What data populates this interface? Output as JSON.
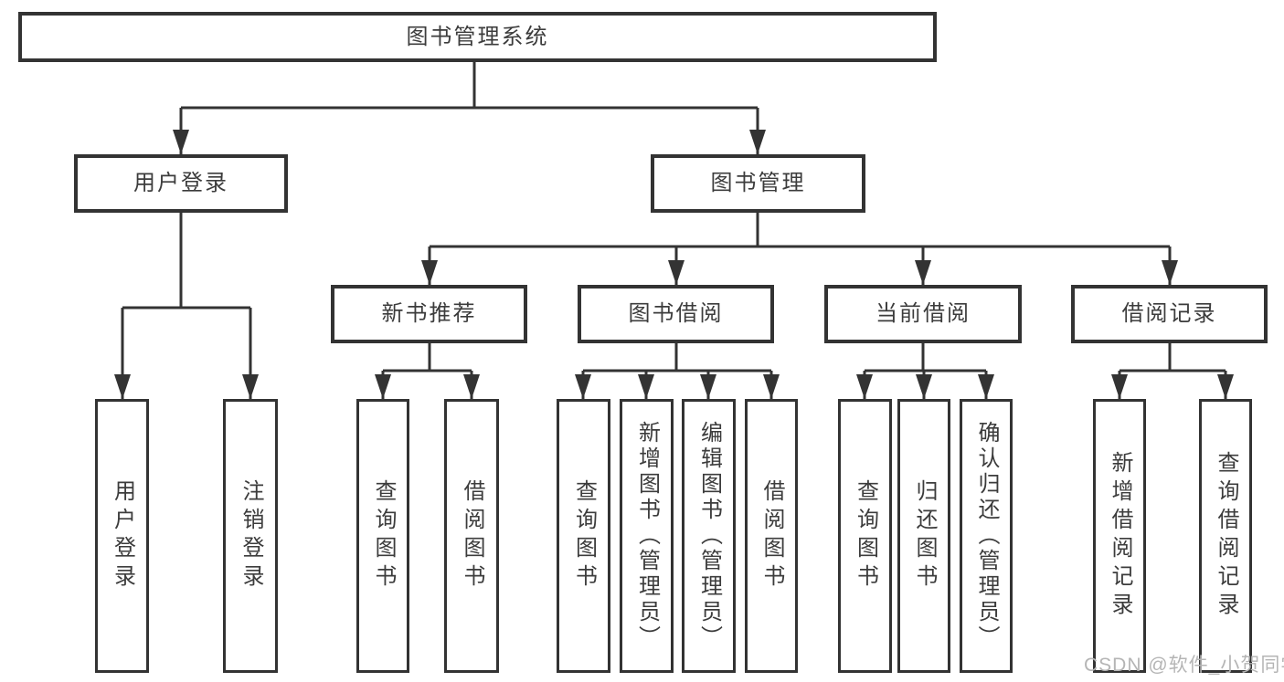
{
  "colors": {
    "line": "#333333",
    "text": "#3c3c3c",
    "wm": "#b5b5b5"
  },
  "nodes": {
    "root": "图书管理系统",
    "login": "用户登录",
    "manage": "图书管理",
    "recommend": "新书推荐",
    "borrow": "图书借阅",
    "current": "当前借阅",
    "records": "借阅记录",
    "login_user": "用户登录",
    "login_logout": "注销登录",
    "rec_query": "查询图书",
    "rec_borrow": "借阅图书",
    "bor_query": "查询图书",
    "bor_add": "新增图书（管理员）",
    "bor_edit": "编辑图书（管理员）",
    "bor_borrow": "借阅图书",
    "cur_query": "查询图书",
    "cur_return": "归还图书",
    "cur_confirm": "确认归还（管理员）",
    "recd_add": "新增借阅记录",
    "recd_query": "查询借阅记录"
  },
  "watermark": "CSDN @软件_小贺同学"
}
